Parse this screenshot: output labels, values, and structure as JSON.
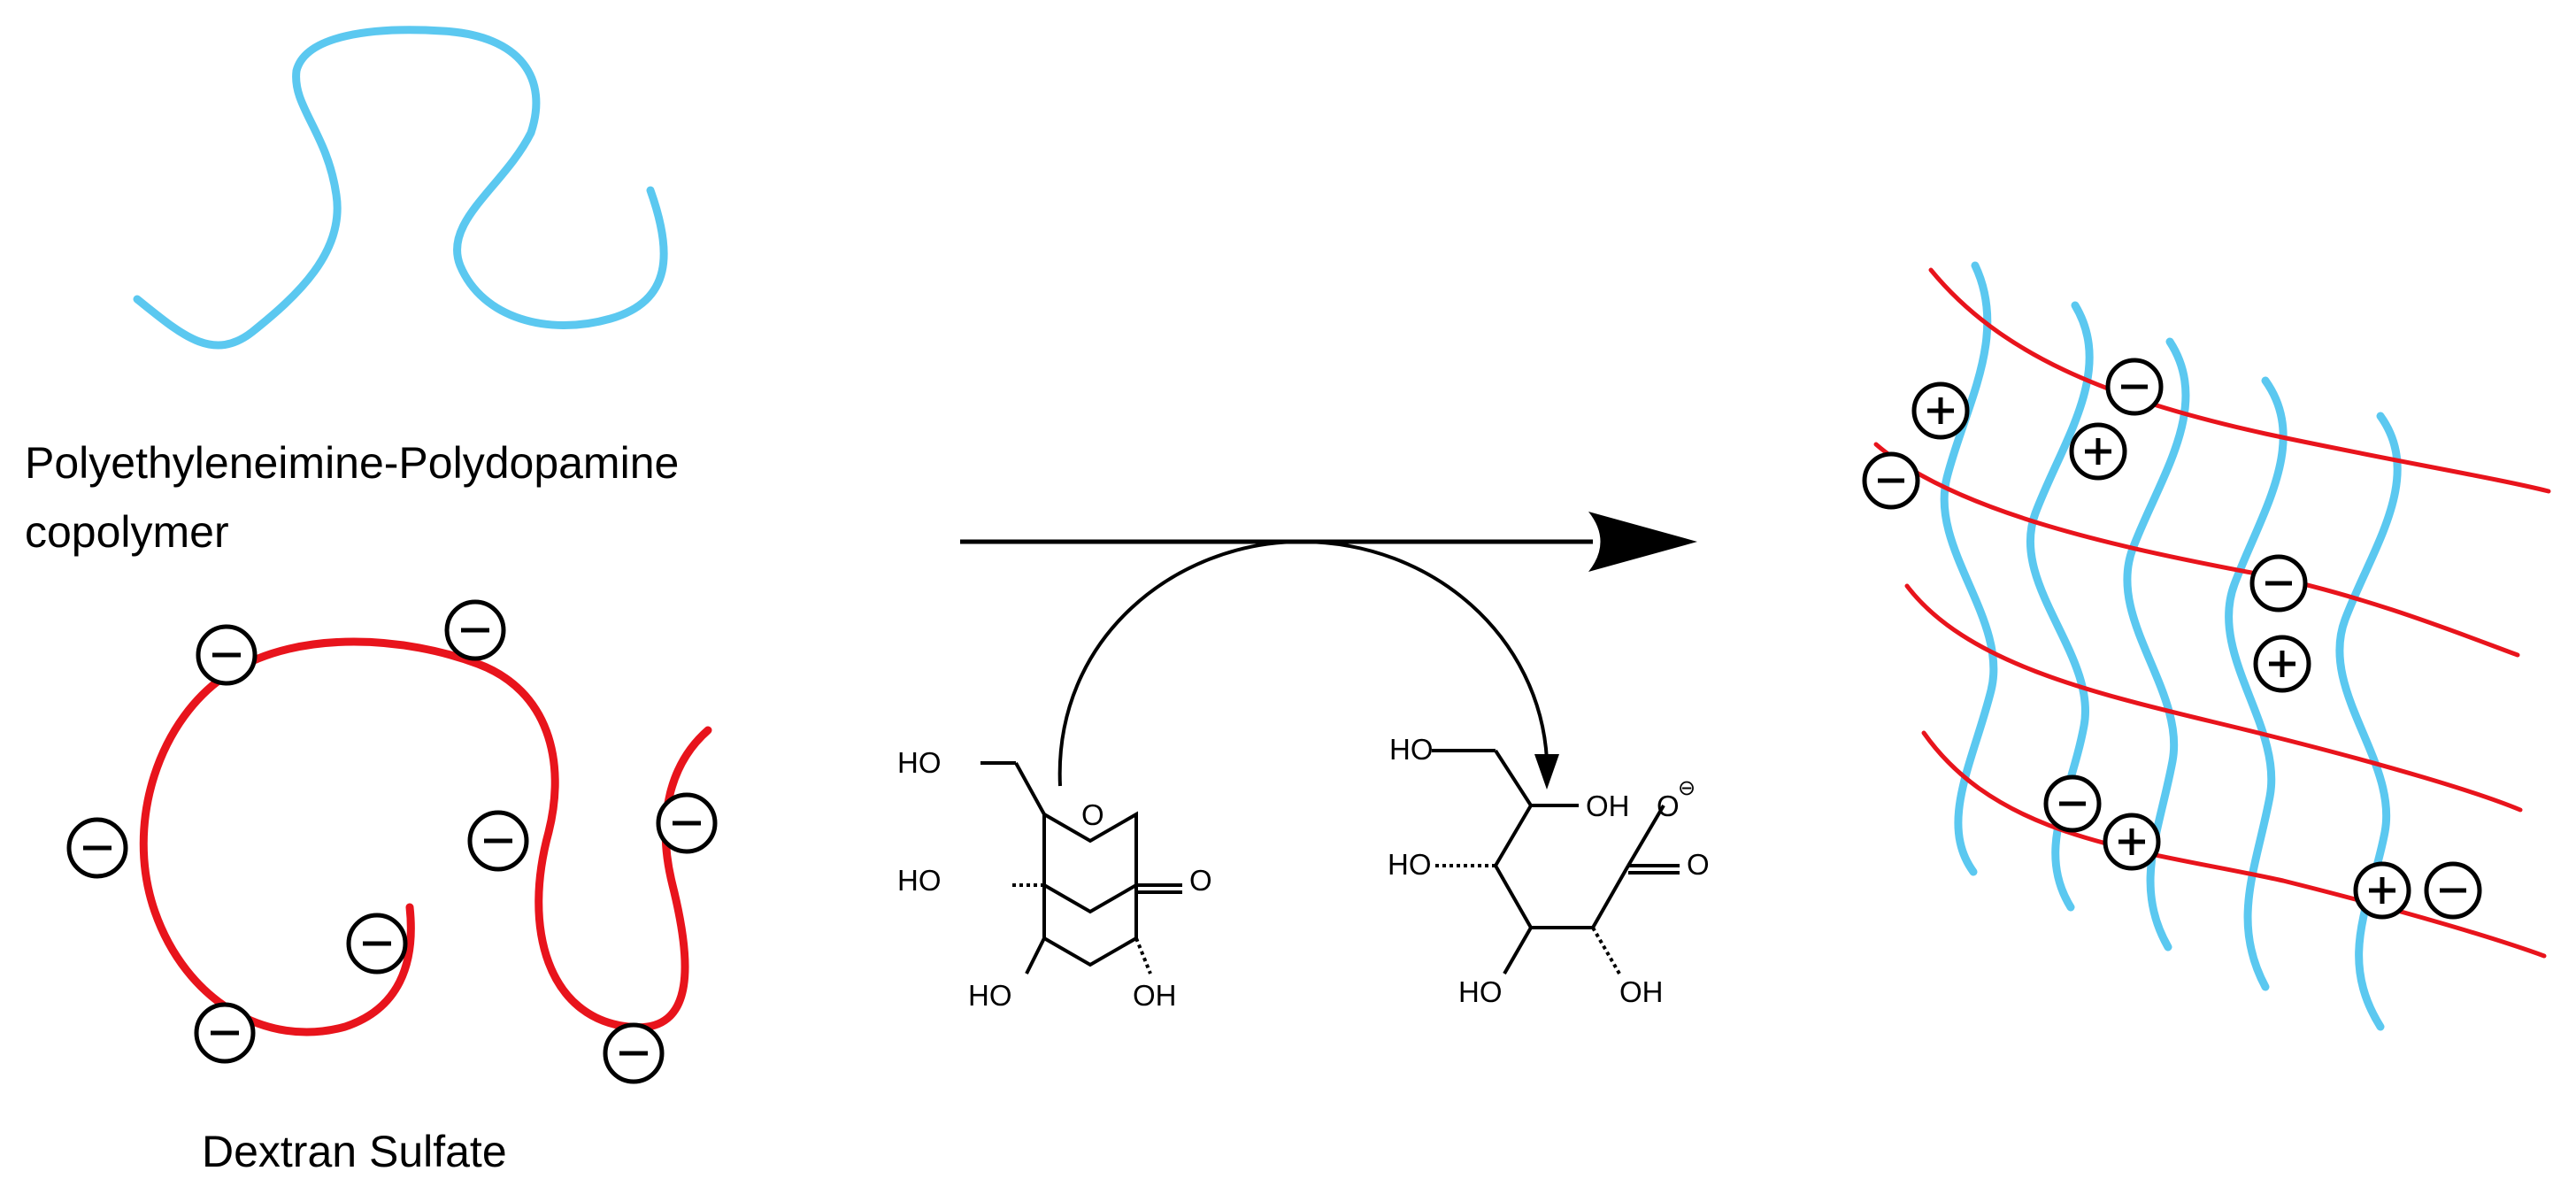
{
  "labels": {
    "pei_pda": "Polyethyleneimine-Polydopamine",
    "copolymer": "copolymer",
    "dextran": "Dextran Sulfate"
  },
  "molecules": {
    "lactone": {
      "ho_top": "HO",
      "o_ring": "O",
      "o_carbonyl": "O",
      "ho_left": "HO",
      "ho_bottom": "HO",
      "oh_bottom": "OH"
    },
    "gluconate": {
      "ho_top": "HO",
      "oh_right": "OH",
      "o_minus": "O",
      "minus": "⊖",
      "o_carbonyl": "O",
      "ho_left": "HO",
      "ho_bottom": "HO",
      "oh_bottom": "OH"
    }
  },
  "charges": {
    "negative": "−",
    "positive": "+"
  },
  "colors": {
    "pei_pda": "#5bc8f0",
    "dextran": "#e8141c",
    "ink": "#000000"
  }
}
